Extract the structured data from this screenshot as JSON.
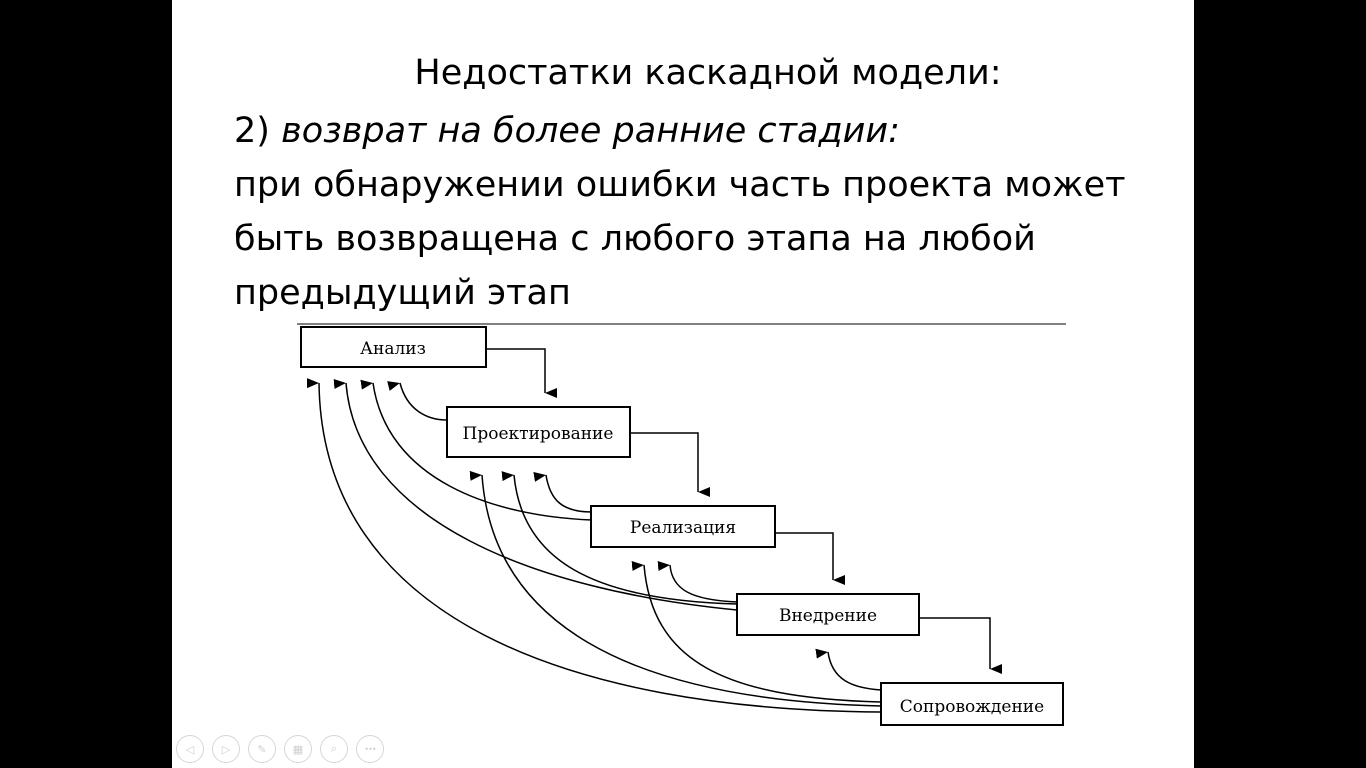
{
  "slide": {
    "title": "Недостатки каскадной модели:",
    "point_number": "2)",
    "point_italic": "возврат на более ранние стадии:",
    "body_lines": [
      "при обнаружении ошибки часть проекта может",
      "быть возвращена с любого этапа на любой",
      "предыдущий этап"
    ]
  },
  "diagram": {
    "stages": [
      "Анализ",
      "Проектирование",
      "Реализация",
      "Внедрение",
      "Сопровождение"
    ]
  },
  "navigation": {
    "buttons": [
      {
        "name": "previous-slide-button",
        "icon": "arrow-left-icon",
        "glyph": "◁"
      },
      {
        "name": "next-slide-button",
        "icon": "arrow-right-icon",
        "glyph": "▷"
      },
      {
        "name": "pen-button",
        "icon": "pen-icon",
        "glyph": "✎"
      },
      {
        "name": "slides-overview-button",
        "icon": "grid-icon",
        "glyph": "▦"
      },
      {
        "name": "zoom-button",
        "icon": "magnifier-icon",
        "glyph": "⌕"
      },
      {
        "name": "more-options-button",
        "icon": "ellipsis-icon",
        "glyph": "•••"
      }
    ]
  }
}
